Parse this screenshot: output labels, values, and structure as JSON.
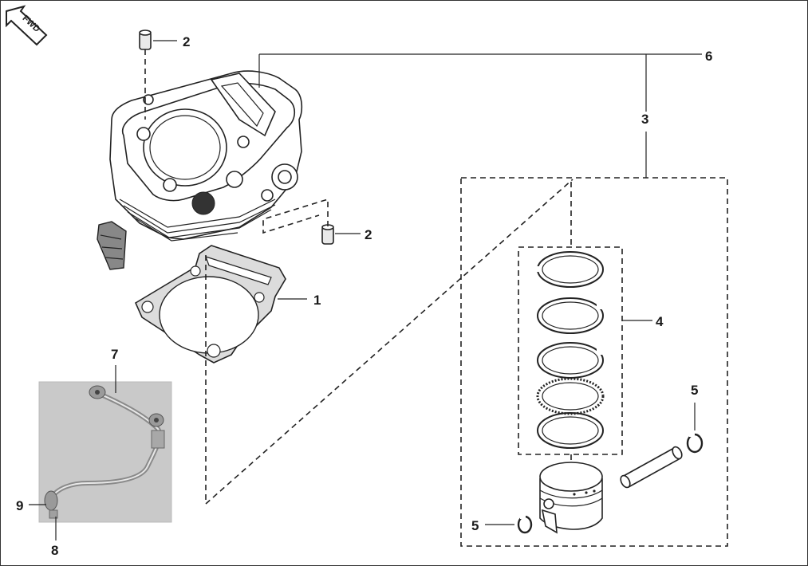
{
  "fwd_arrow": {
    "label": "FWD",
    "icon": "forward-arrow-icon"
  },
  "callouts": {
    "c1": "1",
    "c2a": "2",
    "c2b": "2",
    "c3": "3",
    "c4": "4",
    "c5a": "5",
    "c5b": "5",
    "c6": "6",
    "c7": "7",
    "c8": "8",
    "c9": "9"
  },
  "colors": {
    "line": "#222222",
    "photo_bg": "#c9c9c9",
    "gasket": "#dcdcdc"
  }
}
